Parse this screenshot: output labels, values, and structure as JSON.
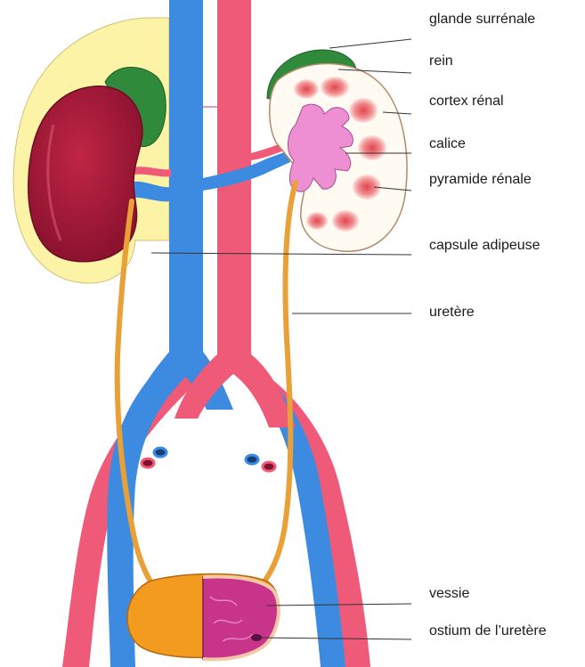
{
  "labels": {
    "glande_surrenale": "glande surrénale",
    "rein": "rein",
    "cortex_renal": "cortex rénal",
    "calice": "calice",
    "pyramide_renale": "pyramide rénale",
    "capsule_adipeuse": "capsule adipeuse",
    "uretere": "uretère",
    "vessie": "vessie",
    "ostium_uretere": "ostium de l’uretère"
  },
  "colors": {
    "vein": "#3d8be0",
    "artery": "#ee5a78",
    "kidney_left": "#b01d3c",
    "adrenal": "#2f8a3c",
    "fat_capsule": "#fdf3a6",
    "ureter": "#e9a036",
    "bladder_outer": "#f29b1f",
    "bladder_inner": "#c7348a",
    "calyx": "#ef8fd3",
    "cortex": "#fffbf2",
    "pyramid": "#e9646a"
  }
}
